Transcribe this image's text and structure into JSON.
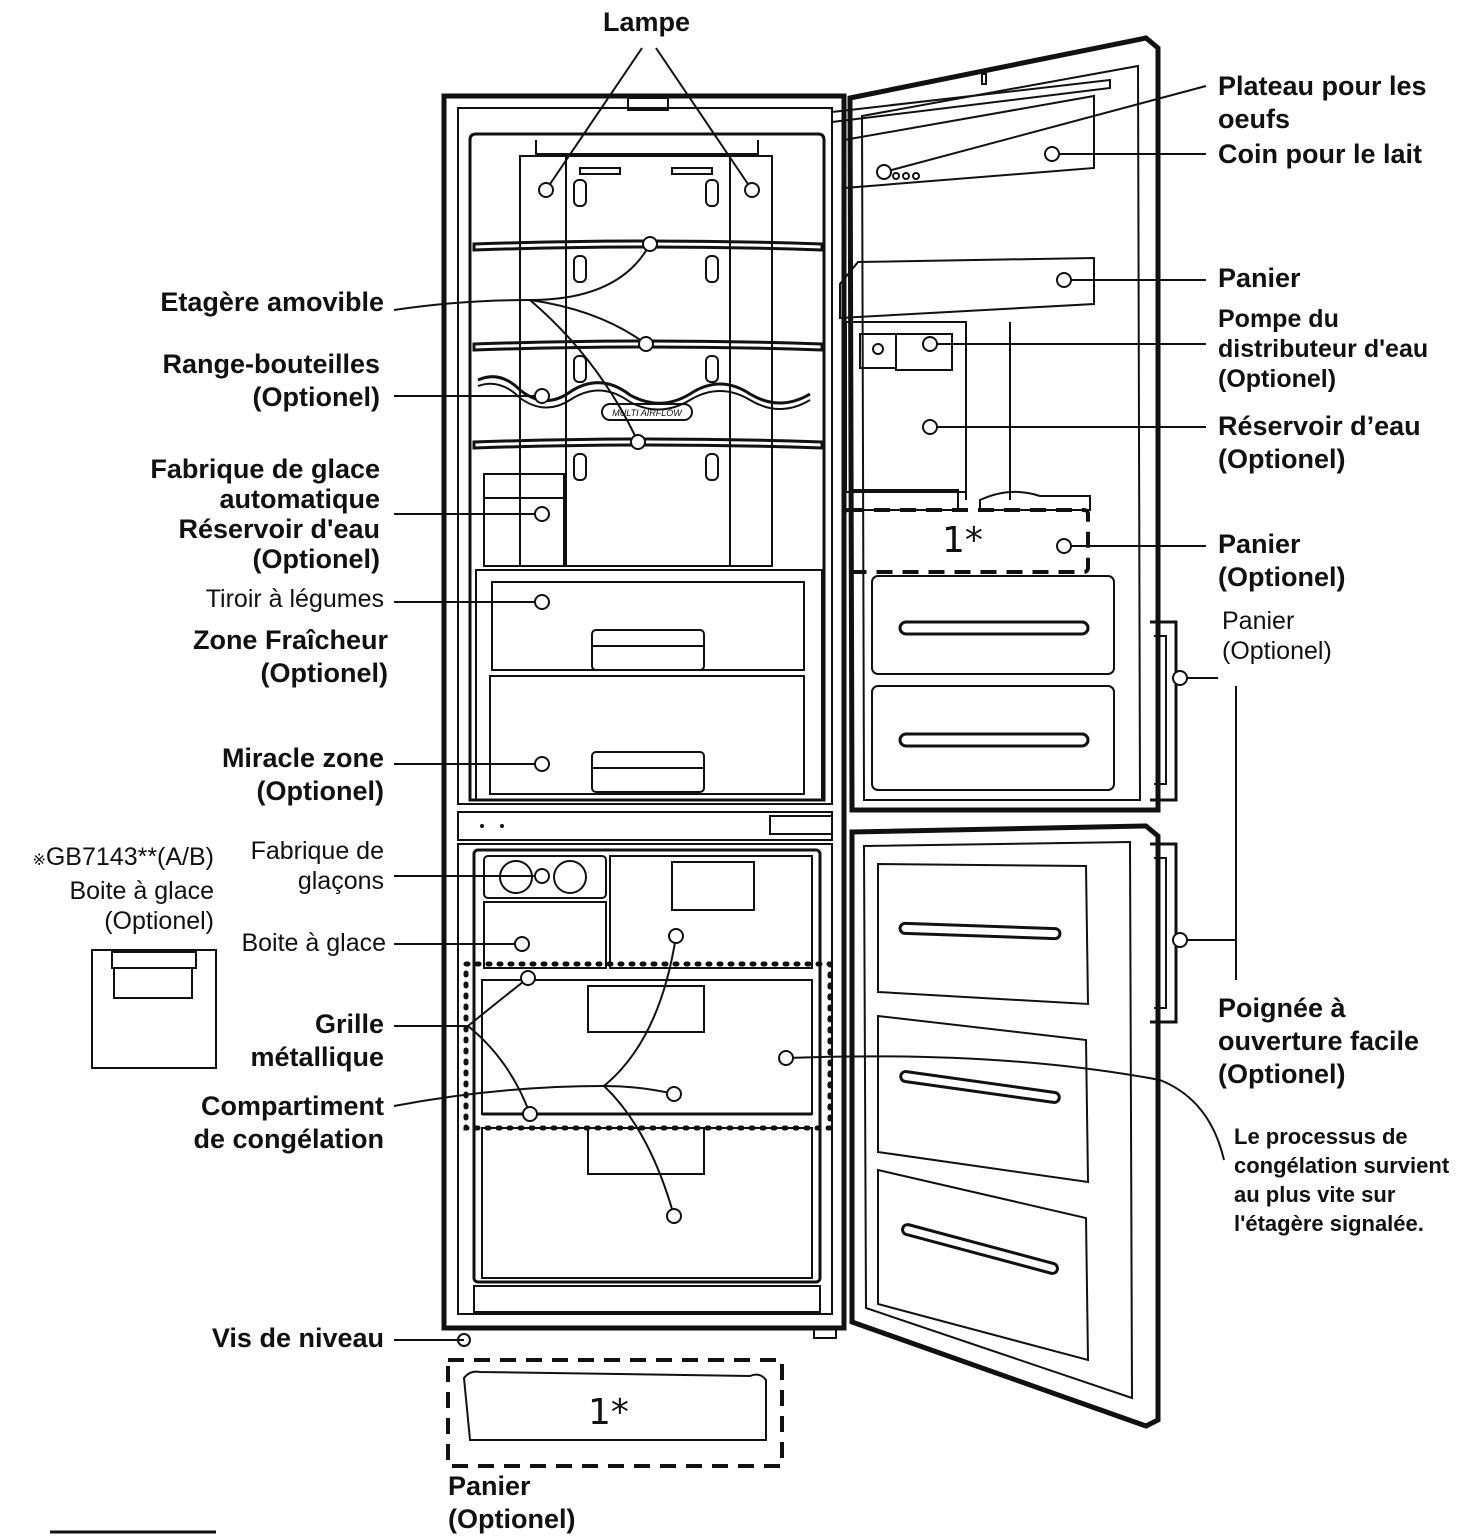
{
  "labels": {
    "lampe": "Lampe",
    "plateau_oeufs": [
      "Plateau pour les",
      "oeufs"
    ],
    "coin_lait": "Coin pour le lait",
    "panier_1": "Panier",
    "pompe": [
      "Pompe du",
      "distributeur d'eau",
      "(Optionel)"
    ],
    "reservoir_door": [
      "Réservoir d’eau",
      "(Optionel)"
    ],
    "panier_2": [
      "Panier",
      "(Optionel)"
    ],
    "panier_3": [
      "Panier",
      "(Optionel)"
    ],
    "poignee": [
      "Poignée à",
      "ouverture facile",
      "(Optionel)"
    ],
    "processus": [
      "Le processus de",
      "congélation survient",
      "au plus vite sur",
      "l'étagère signalée."
    ],
    "etagere": "Etagère amovible",
    "range_bouteilles": [
      "Range-bouteilles",
      "(Optionel)"
    ],
    "fabrique_auto": [
      "Fabrique de glace",
      "automatique",
      "Réservoir d'eau",
      "(Optionel)"
    ],
    "tiroir": "Tiroir à légumes",
    "zone_fraicheur": [
      "Zone Fraîcheur",
      "(Optionel)"
    ],
    "miracle": [
      "Miracle zone",
      "(Optionel)"
    ],
    "gb_model": [
      "GB7143**(A/B)",
      "Boite à glace",
      "(Optionel)"
    ],
    "gb_symbol": "※",
    "fabrique_glacons": [
      "Fabrique de",
      "glaçons"
    ],
    "boite_glace": "Boite à glace",
    "grille": [
      "Grille",
      "métallique"
    ],
    "compartiment": [
      "Compartiment",
      "de congélation"
    ],
    "vis": "Vis de niveau",
    "panier_bottom": [
      "Panier",
      "(Optionel)"
    ]
  },
  "markers": {
    "door_basket": "1*",
    "bottom_basket": "1*"
  },
  "shelf_badge": "MULTI AIRFLOW"
}
